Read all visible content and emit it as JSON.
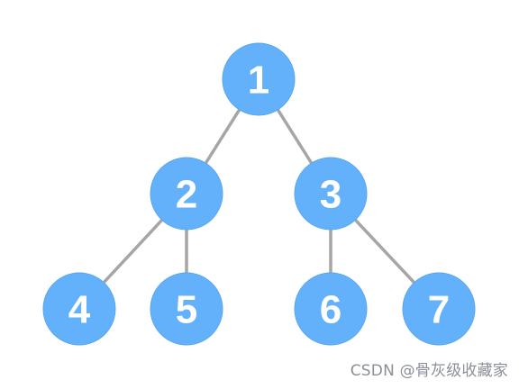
{
  "colors": {
    "node_fill": "#63b1fb",
    "node_stroke": "#5aa6ee",
    "node_text": "#ffffff",
    "edge": "#a6a6a6",
    "watermark_text": "#8a8f98"
  },
  "tree": {
    "nodes": [
      {
        "id": "n1",
        "label": "1"
      },
      {
        "id": "n2",
        "label": "2"
      },
      {
        "id": "n3",
        "label": "3"
      },
      {
        "id": "n4",
        "label": "4"
      },
      {
        "id": "n5",
        "label": "5"
      },
      {
        "id": "n6",
        "label": "6"
      },
      {
        "id": "n7",
        "label": "7"
      }
    ],
    "edges": [
      {
        "from": "n1",
        "to": "n2"
      },
      {
        "from": "n1",
        "to": "n3"
      },
      {
        "from": "n2",
        "to": "n4"
      },
      {
        "from": "n2",
        "to": "n5"
      },
      {
        "from": "n3",
        "to": "n6"
      },
      {
        "from": "n3",
        "to": "n7"
      }
    ]
  },
  "watermark": {
    "text": "CSDN @骨灰级收藏家"
  }
}
